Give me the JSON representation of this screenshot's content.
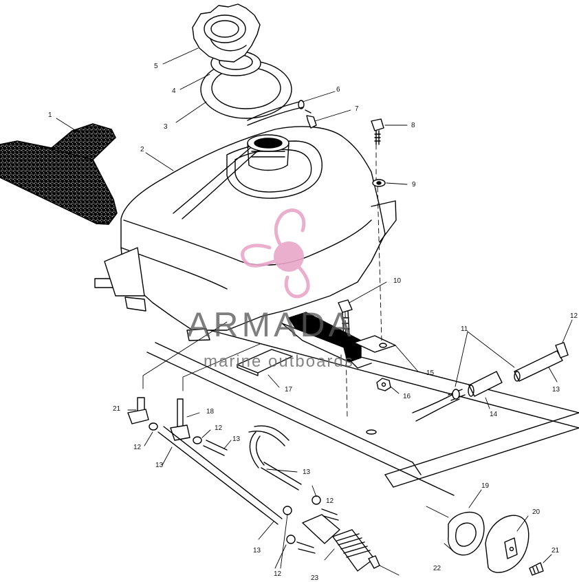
{
  "callouts": [
    {
      "id": "1",
      "text": "1"
    },
    {
      "id": "2",
      "text": "2"
    },
    {
      "id": "3",
      "text": "3"
    },
    {
      "id": "4",
      "text": "4"
    },
    {
      "id": "5",
      "text": "5"
    },
    {
      "id": "6",
      "text": "6"
    },
    {
      "id": "7",
      "text": "7"
    },
    {
      "id": "8",
      "text": "8"
    },
    {
      "id": "9",
      "text": "9"
    },
    {
      "id": "10",
      "text": "10"
    },
    {
      "id": "11",
      "text": "11"
    },
    {
      "id": "12a",
      "text": "12"
    },
    {
      "id": "13a",
      "text": "13"
    },
    {
      "id": "14",
      "text": "14"
    },
    {
      "id": "15",
      "text": "15"
    },
    {
      "id": "16",
      "text": "16"
    },
    {
      "id": "17",
      "text": "17"
    },
    {
      "id": "18",
      "text": "18"
    },
    {
      "id": "21a",
      "text": "21"
    },
    {
      "id": "12b",
      "text": "12"
    },
    {
      "id": "12c",
      "text": "12"
    },
    {
      "id": "13b",
      "text": "13"
    },
    {
      "id": "13c",
      "text": "13"
    },
    {
      "id": "12d",
      "text": "12"
    },
    {
      "id": "13d",
      "text": "13"
    },
    {
      "id": "13e",
      "text": "13"
    },
    {
      "id": "12e",
      "text": "12"
    },
    {
      "id": "23",
      "text": "23"
    },
    {
      "id": "19",
      "text": "19"
    },
    {
      "id": "20",
      "text": "20"
    },
    {
      "id": "22",
      "text": "22"
    },
    {
      "id": "21b",
      "text": "21"
    }
  ],
  "watermark": {
    "name": "ARMADA",
    "tagline": "marine outboards",
    "colors": {
      "logo": "#e9a7c9",
      "text": "#5a5a5a"
    }
  }
}
